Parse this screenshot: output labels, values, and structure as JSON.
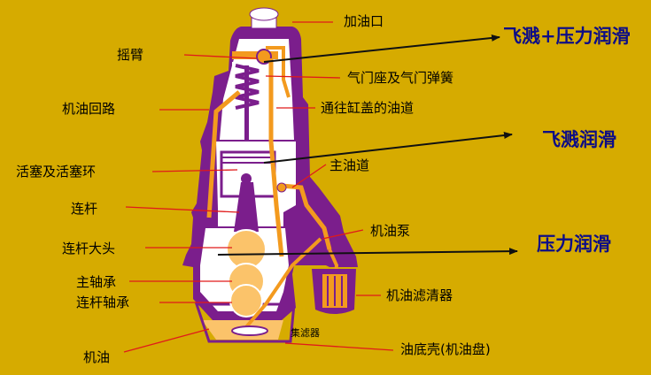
{
  "labels": {
    "fill_cap": "加油口",
    "rocker_arm": "摇臂",
    "valve_seat_spring": "气门座及气门弹簧",
    "oil_circuit": "机油回路",
    "head_oil_passage": "通往缸盖的油道",
    "piston_rings": "活塞及活塞环",
    "main_gallery": "主油道",
    "conrod": "连杆",
    "oil_pump": "机油泵",
    "big_end": "连杆大头",
    "main_bearing": "主轴承",
    "oil_filter": "机油滤清器",
    "conrod_bearing": "连杆轴承",
    "strainer": "集滤器",
    "oil": "机油",
    "oil_pan": "油底壳(机油盘)"
  },
  "headings": {
    "splash_pressure": "飞溅+压力润滑",
    "splash": "飞溅润滑",
    "pressure": "压力润滑"
  },
  "colors": {
    "background": "#d6ab00",
    "housing": "#7b1e8c",
    "oil_line": "#f39a1e",
    "leader_line": "#e01a1a",
    "arrow": "#111111",
    "heading_text": "#0d0d86"
  }
}
